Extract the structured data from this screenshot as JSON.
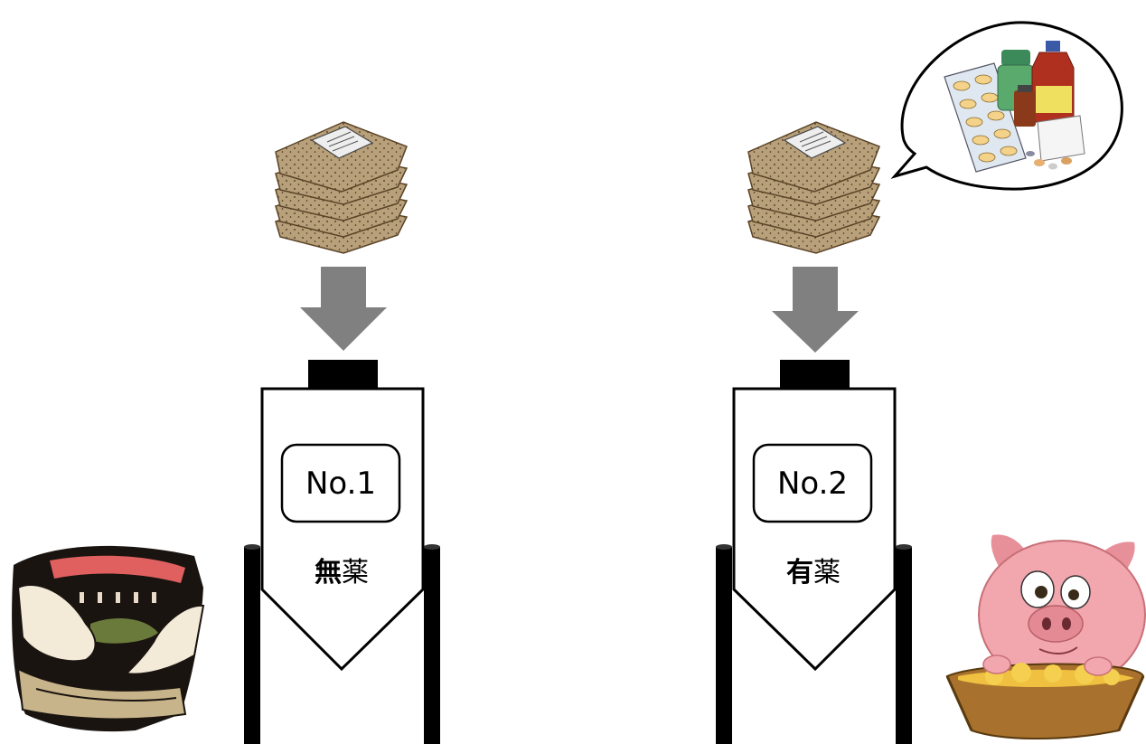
{
  "silos": [
    {
      "number_label": "No.1",
      "med_prefix": "無",
      "med_suffix": "薬"
    },
    {
      "number_label": "No.2",
      "med_prefix": "有",
      "med_suffix": "薬"
    }
  ],
  "colors": {
    "arrow": "#808080",
    "feed_bag": "#b8a07a",
    "silo_outline": "#000000",
    "leg": "#000000",
    "pig_pink": "#f0a0a8"
  },
  "icons": {
    "feed_bags": "feed-bag-stack-icon",
    "medicine": "medicine-icon",
    "pig_left": "pig-eating-icon",
    "pig_right": "pig-trough-icon"
  }
}
